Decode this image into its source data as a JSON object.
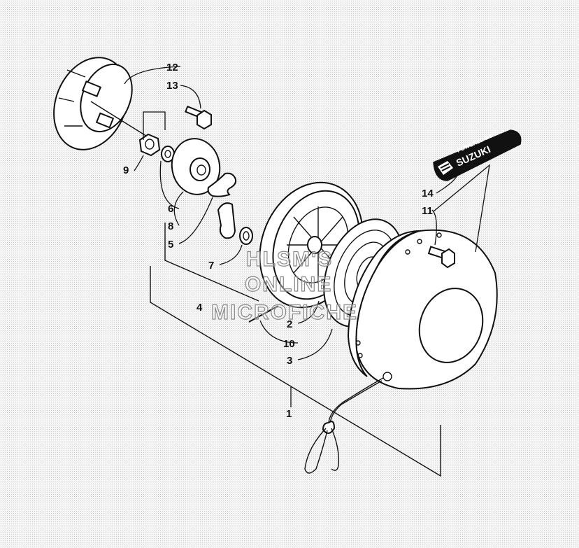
{
  "diagram": {
    "callouts": [
      {
        "id": "1",
        "label": "1"
      },
      {
        "id": "2",
        "label": "2"
      },
      {
        "id": "3",
        "label": "3"
      },
      {
        "id": "4",
        "label": "4"
      },
      {
        "id": "5",
        "label": "5"
      },
      {
        "id": "6",
        "label": "6"
      },
      {
        "id": "7",
        "label": "7"
      },
      {
        "id": "8",
        "label": "8"
      },
      {
        "id": "9",
        "label": "9"
      },
      {
        "id": "10",
        "label": "10"
      },
      {
        "id": "11",
        "label": "11"
      },
      {
        "id": "12",
        "label": "12"
      },
      {
        "id": "13",
        "label": "13"
      },
      {
        "id": "14",
        "label": "14"
      }
    ],
    "decal": {
      "top_text": "POWERED BY",
      "brand": "SUZUKI"
    },
    "watermark": {
      "line1": "HLSM'S",
      "line2": "ONLINE",
      "line3": "MICROFICHE"
    }
  }
}
